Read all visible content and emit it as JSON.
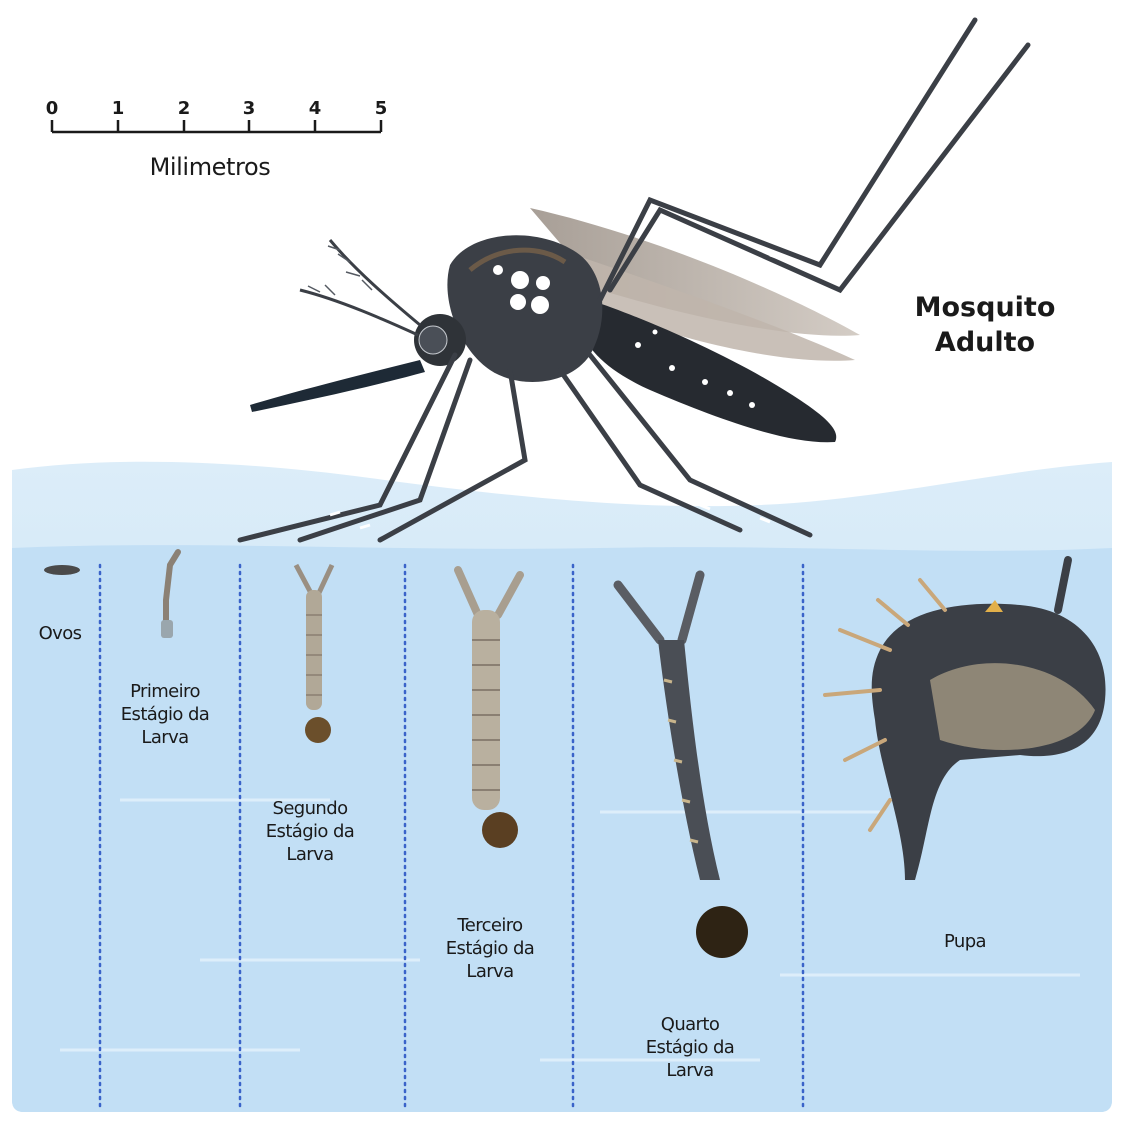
{
  "scale": {
    "ticks": [
      "0",
      "1",
      "2",
      "3",
      "4",
      "5"
    ],
    "unit_label": "Milimetros"
  },
  "adult": {
    "title_line1": "Mosquito",
    "title_line2": "Adulto"
  },
  "stages": {
    "eggs": "Ovos",
    "first": [
      "Primeiro",
      "Estágio da",
      "Larva"
    ],
    "second": [
      "Segundo",
      "Estágio da",
      "Larva"
    ],
    "third": [
      "Terceiro",
      "Estágio da",
      "Larva"
    ],
    "fourth": [
      "Quarto",
      "Estágio da",
      "Larva"
    ],
    "pupa": "Pupa"
  },
  "colors": {
    "water_top": "#d9ecf9",
    "water_body": "#c3e0f6",
    "divider": "#3a63c9",
    "mosquito_body": "#3b3f46",
    "wing": "#b7aca2"
  }
}
